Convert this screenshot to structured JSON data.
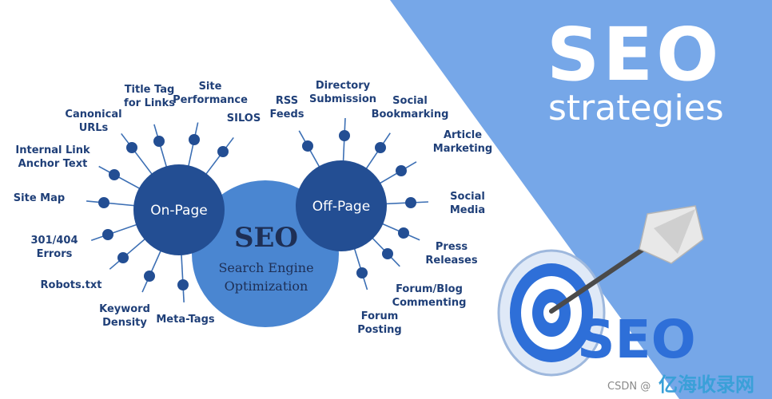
{
  "hero": {
    "title": "SEO",
    "subtitle": "strategies"
  },
  "center": {
    "title": "SEO",
    "line1": "Search Engine",
    "line2": "Optimization"
  },
  "on_page": {
    "label": "On-Page",
    "items": [
      [
        "Title Tag",
        "for Links"
      ],
      [
        "Site",
        "Performance"
      ],
      [
        "SILOS"
      ],
      [
        "Canonical",
        "URLs"
      ],
      [
        "Internal Link",
        "Anchor Text"
      ],
      [
        "Site Map"
      ],
      [
        "301/404",
        "Errors"
      ],
      [
        "Robots.txt"
      ],
      [
        "Keyword",
        "Density"
      ],
      [
        "Meta-Tags"
      ]
    ]
  },
  "off_page": {
    "label": "Off-Page",
    "items": [
      [
        "RSS",
        "Feeds"
      ],
      [
        "Directory",
        "Submission"
      ],
      [
        "Social",
        "Bookmarking"
      ],
      [
        "Article",
        "Marketing"
      ],
      [
        "Social",
        "Media"
      ],
      [
        "Press",
        "Releases"
      ],
      [
        "Forum/Blog",
        "Commenting"
      ],
      [
        "Forum",
        "Posting"
      ]
    ]
  },
  "dart_target": {
    "text": "SEO"
  },
  "watermark": {
    "left": "CSDN @",
    "right": "亿海收录网"
  },
  "colors": {
    "hub": "#234e93",
    "center": "#4a86d1",
    "line": "#3c6fb4",
    "dot": "#234e93",
    "right_panel": "#76a7e8",
    "label": "#1f3f78"
  }
}
